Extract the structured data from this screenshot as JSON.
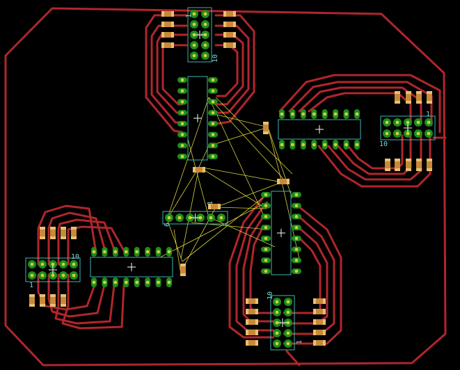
{
  "colors": {
    "background": "#000000",
    "trace": "#b0262c",
    "pad": "#1f8c1f",
    "pad_hole": "#c9d23a",
    "outline": "#3fb5b5",
    "resistor_body": "#c88a3a",
    "resistor_end": "#e8c070",
    "airwire": "#d8d23a",
    "text": "#7fd4d4",
    "cross": "#ffffff"
  },
  "labels": {
    "top_1": "1",
    "top_10": "10",
    "right_1": "1",
    "right_10": "10",
    "left_1": "1",
    "left_10": "10",
    "bottom_1": "1",
    "bottom_10": "10",
    "center_1": "1",
    "center_6": "6"
  }
}
